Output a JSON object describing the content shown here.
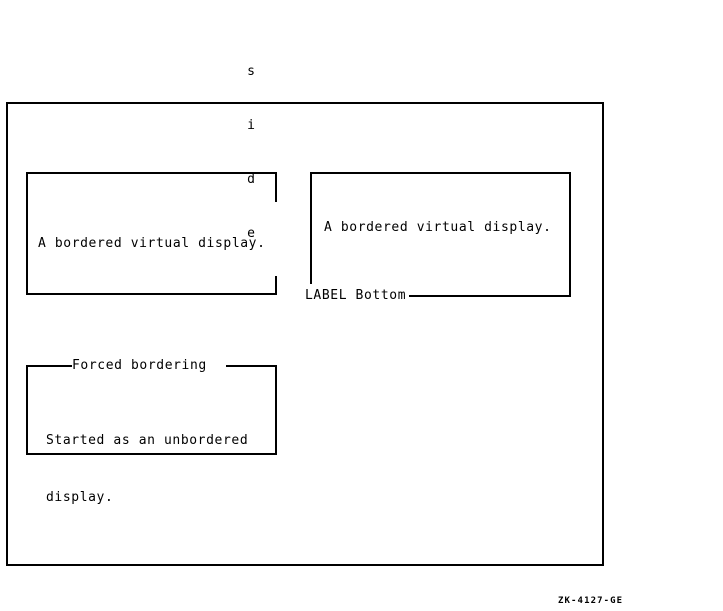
{
  "figure": {
    "id_caption": "ZK-4127-GE",
    "frame": {
      "border_color": "#000000",
      "background_color": "#ffffff"
    }
  },
  "displays": [
    {
      "name": "bordered-display-with-side-label",
      "body_text": "A bordered virtual display.",
      "label_text": "side",
      "label_position": "right",
      "label_characters": [
        "s",
        "i",
        "d",
        "e"
      ]
    },
    {
      "name": "bordered-display-with-bottom-label",
      "body_text": "A bordered virtual display.",
      "label_text": "LABEL Bottom",
      "label_position": "bottom"
    },
    {
      "name": "forced-bordered-display",
      "body_text_line_1": "Started as an unbordered",
      "body_text_line_2": "display.",
      "label_text": "Forced bordering",
      "label_position": "top"
    }
  ]
}
